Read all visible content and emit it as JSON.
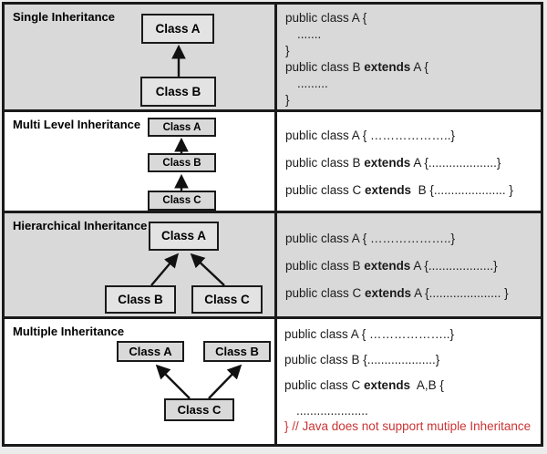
{
  "colors": {
    "row_gray": "#d9d9d9",
    "row_white": "#ffffff",
    "box_fill_on_gray": "#e3e3e3",
    "box_fill_on_white": "#d9d9d9",
    "line_black": "#1a1a1a",
    "code_red": "#cc3333",
    "page_margin": "#ececec"
  },
  "rows": [
    {
      "label": "Single Inheritance",
      "boxes": [
        "Class A",
        "Class B"
      ],
      "arrows": [
        {
          "from": "Class B",
          "to": "Class A"
        }
      ],
      "code_lines": [
        {
          "segments": [
            {
              "t": "public class A {"
            }
          ]
        },
        {
          "segments": [
            {
              "t": "......."
            }
          ],
          "indent": true
        },
        {
          "segments": [
            {
              "t": "}"
            }
          ]
        },
        {
          "segments": [
            {
              "t": "public class B "
            },
            {
              "t": "extends",
              "b": true
            },
            {
              "t": " A {"
            }
          ]
        },
        {
          "segments": [
            {
              "t": "........."
            }
          ],
          "indent": true
        },
        {
          "segments": [
            {
              "t": "}"
            }
          ]
        }
      ]
    },
    {
      "label": "Multi Level Inheritance",
      "boxes": [
        "Class A",
        "Class B",
        "Class C"
      ],
      "arrows": [
        {
          "from": "Class B",
          "to": "Class A"
        },
        {
          "from": "Class C",
          "to": "Class B"
        }
      ],
      "code_lines": [
        {
          "segments": [
            {
              "t": "public class A { ………………..}"
            }
          ]
        },
        {
          "segments": [
            {
              "t": "public class B "
            },
            {
              "t": "extends",
              "b": true
            },
            {
              "t": " A {....................}"
            }
          ]
        },
        {
          "segments": [
            {
              "t": "public class C "
            },
            {
              "t": "extends",
              "b": true
            },
            {
              "t": "  B {..................... }"
            }
          ]
        }
      ]
    },
    {
      "label": "Hierarchical Inheritance",
      "boxes": [
        "Class A",
        "Class B",
        "Class C"
      ],
      "arrows": [
        {
          "from": "Class B",
          "to": "Class A"
        },
        {
          "from": "Class C",
          "to": "Class A"
        }
      ],
      "code_lines": [
        {
          "segments": [
            {
              "t": "public class A { ………………..}"
            }
          ]
        },
        {
          "segments": [
            {
              "t": "public class B "
            },
            {
              "t": "extends",
              "b": true
            },
            {
              "t": " A {...................}"
            }
          ]
        },
        {
          "segments": [
            {
              "t": "public class C "
            },
            {
              "t": "extends",
              "b": true
            },
            {
              "t": " A {..................... }"
            }
          ]
        }
      ]
    },
    {
      "label": "Multiple Inheritance",
      "boxes": [
        "Class A",
        "Class B",
        "Class C"
      ],
      "arrows": [
        {
          "from": "Class C",
          "to": "Class A"
        },
        {
          "from": "Class C",
          "to": "Class B"
        }
      ],
      "code_lines": [
        {
          "segments": [
            {
              "t": "public class A { ………………..}"
            }
          ]
        },
        {
          "segments": [
            {
              "t": "public class B {....................}"
            }
          ]
        },
        {
          "segments": [
            {
              "t": "public class C "
            },
            {
              "t": "extends",
              "b": true
            },
            {
              "t": "  A,B {"
            }
          ]
        },
        {
          "segments": [
            {
              "t": "....................."
            }
          ],
          "indent": true
        },
        {
          "segments": [
            {
              "t": "} // Java does not support mutiple Inheritance"
            }
          ],
          "color": "#cc3333"
        }
      ]
    }
  ]
}
